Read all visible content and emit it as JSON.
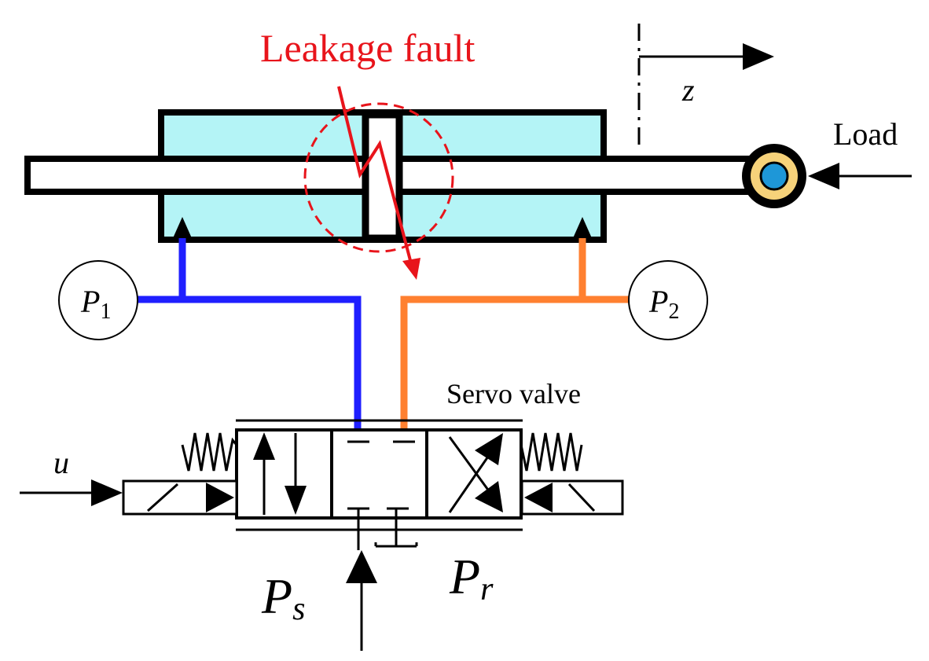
{
  "diagram": {
    "fault_label": "Leakage fault",
    "displacement_label": "z",
    "load_label": "Load",
    "sensor_left": {
      "symbol": "P",
      "subscript": "1"
    },
    "sensor_right": {
      "symbol": "P",
      "subscript": "2"
    },
    "valve_label": "Servo valve",
    "input_label": "u",
    "supply_pressure": {
      "symbol": "P",
      "subscript": "s"
    },
    "return_pressure": {
      "symbol": "P",
      "subscript": "r"
    }
  },
  "colors": {
    "cylinder_fill": "#b4f4f6",
    "chamber1_line": "#1f1fff",
    "chamber2_line": "#ff8030",
    "fault": "#e8141b",
    "joint_ring": "#f6d27a",
    "joint_center": "#1e97d8"
  },
  "icons": {
    "fault_marker": "lightning-bolt-icon",
    "leak_zone": "dashed-circle-icon",
    "load_joint": "ball-joint-icon",
    "valve_spring": "spring-icon"
  }
}
